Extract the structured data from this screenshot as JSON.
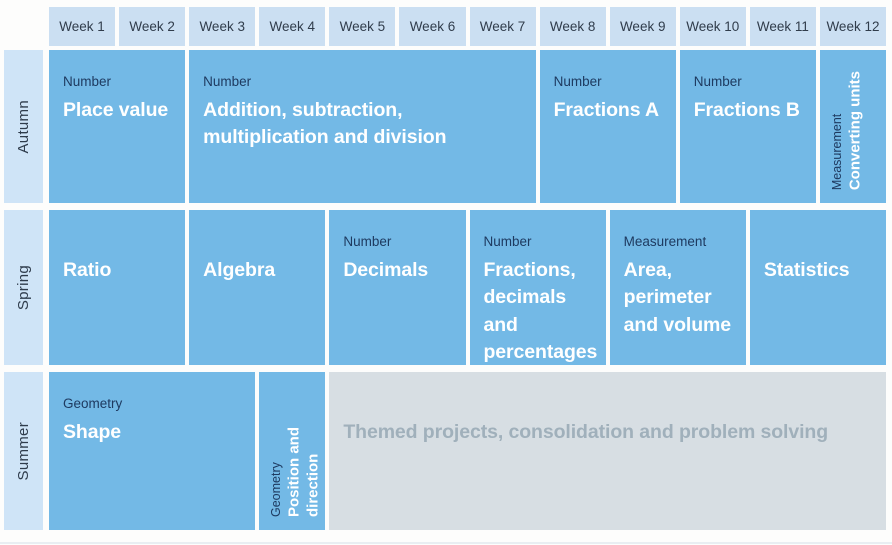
{
  "header": {
    "weeks": [
      "Week 1",
      "Week 2",
      "Week 3",
      "Week 4",
      "Week 5",
      "Week 6",
      "Week 7",
      "Week 8",
      "Week 9",
      "Week 10",
      "Week 11",
      "Week 12"
    ]
  },
  "terms": [
    {
      "label": "Autumn",
      "cells": [
        {
          "category": "Number",
          "title": "Place value",
          "start": 1,
          "span": 2,
          "variant": "blue"
        },
        {
          "category": "Number",
          "title": "Addition, subtraction, multiplication and division",
          "start": 3,
          "span": 5,
          "variant": "blue"
        },
        {
          "category": "Number",
          "title": "Fractions A",
          "start": 8,
          "span": 2,
          "variant": "blue"
        },
        {
          "category": "Number",
          "title": "Fractions B",
          "start": 10,
          "span": 2,
          "variant": "blue"
        },
        {
          "category": "Measurement",
          "title": "Converting units",
          "start": 12,
          "span": 1,
          "variant": "blue",
          "vertical": true
        }
      ]
    },
    {
      "label": "Spring",
      "cells": [
        {
          "category": "",
          "title": "Ratio",
          "start": 1,
          "span": 2,
          "variant": "blue"
        },
        {
          "category": "",
          "title": "Algebra",
          "start": 3,
          "span": 2,
          "variant": "blue"
        },
        {
          "category": "Number",
          "title": "Decimals",
          "start": 5,
          "span": 2,
          "variant": "blue"
        },
        {
          "category": "Number",
          "title": "Fractions, decimals and percentages",
          "start": 7,
          "span": 2,
          "variant": "blue"
        },
        {
          "category": "Measurement",
          "title": "Area, perimeter and volume",
          "start": 9,
          "span": 2,
          "variant": "blue"
        },
        {
          "category": "",
          "title": "Statistics",
          "start": 11,
          "span": 2,
          "variant": "blue"
        }
      ]
    },
    {
      "label": "Summer",
      "cells": [
        {
          "category": "Geometry",
          "title": "Shape",
          "start": 1,
          "span": 3,
          "variant": "blue"
        },
        {
          "category": "Geometry",
          "title": "Position and direction",
          "start": 4,
          "span": 1,
          "variant": "blue",
          "vertical": true
        },
        {
          "category": "",
          "title": "Themed projects, consolidation and problem solving",
          "start": 5,
          "span": 8,
          "variant": "gray"
        }
      ]
    }
  ],
  "colors": {
    "unit_blue": "#73b9e6",
    "week_header_bg": "#cbdff2",
    "term_label_bg": "#cfe4f7",
    "gray_cell_bg": "#d7dee3",
    "gray_cell_text": "#a0b0bb",
    "category_navy": "#1e3a60",
    "week_text": "#303c4b",
    "title_white": "#ffffff"
  }
}
